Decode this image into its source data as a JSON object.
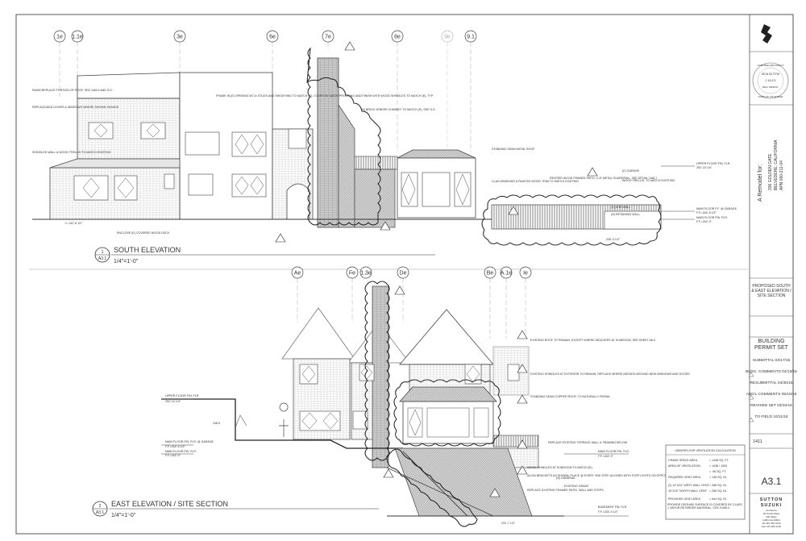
{
  "south_elevation": {
    "sheet_ref": "1",
    "sheet_no": "A3.1",
    "title": "SOUTH ELEVATION",
    "scale": "1/4\"=1'-0\"",
    "gridlines": [
      "1e",
      "1.1e",
      "3e",
      "6e",
      "7e",
      "8e",
      "9e",
      "9.1"
    ],
    "notes": [
      "RAISE/REPLACE PORTION OF ROOF, SEE 1/A6.5 AND S.D.",
      "REPLACE/ADD DOORS & WINDOWS WHERE SHOWN SHADED",
      "SHINGLED WALL & WOOD TRELLIS TO MATCH EXISTING",
      "FRAME IN (E) OPENING W/ 2x STUDS AND SHEATHING TO MATCH (E), COVER W/ WATERPROOFING AND FINISH WITH WOOD SHINGLES TO MATCH (E), TYP.",
      "(N) BRICK VENEER CHIMNEY TO MATCH (E), SEE S.D.",
      "STANDING SEAM METAL ROOF",
      "CLAD WINDOWS & PAINTED WOOD TRIM TO MATCH EXISTING",
      "REVISED WOOD FRAMED PATIO, 3'-6\" METAL GUARDRAIL, SEE DETAIL 1/A6.7",
      "(E) GARAGE",
      "WOOD TRELLIS, TO MATCH EXISTING",
      "(E) SITE WALL",
      "(N) RETAINING WALL",
      "ENCLOSE (E) COVERED WOOD DECK"
    ],
    "levels": [
      {
        "label": "UPPER FLOOR FIN. FLR.",
        "value": "252'-10 1/4\""
      },
      {
        "label": "MAIN FLOOR F.F. @ GARAGE",
        "value": "F.F.=244'-8 1/2\""
      },
      {
        "label": "MAIN FLOOR FIN. FLR.",
        "value": "F.F.=242'-0\""
      }
    ],
    "spot_elevations": [
      "+/- 242'-8 1/2\"",
      "236'-3 1/2\""
    ]
  },
  "east_elevation": {
    "sheet_ref": "2",
    "sheet_no": "A3.1",
    "title": "EAST ELEVATION / SITE SECTION",
    "scale": "1/4\"=1'-0\"",
    "gridlines": [
      "Ae",
      "Fe",
      "1.3e",
      "De",
      "Be",
      "A.1e",
      "Ie"
    ],
    "notes": [
      "EXISTING ROOF TO REMAIN, EXCEPT WHERE INDICATED AT SUNROOM, SEE SHEET A6.5",
      "EXISTING SHINGLES AT EXTERIOR TO REMAIN, REPLACE WHERE NEEDED AROUND NEW WINDOWS AND DOORS",
      "STANDING SEAM COPPER ROOF, TO NATURALLY PATINA",
      "REPLACE EXISTING TERRACE WALL & FRAMING BELOW",
      "WOOD SHINGLES AT SUNROOM TO MATCH (E)",
      "ALIGN BRACKETS AS SHOWN, PLACE @ EVERY 2ND STEP, ALIGNED WITH STEP LIGHTS ON OPPOSITE SIDE",
      "REPLACE EXISTING FRAMED PATIO, WALL AND STEPS",
      "(N) HANDRAIL",
      "EXISTING GRADE"
    ],
    "levels": [
      {
        "label": "UPPER FLOOR FIN. FLR.",
        "value": "252'-10 1/4\""
      },
      {
        "label": "MAIN FLOOR FIN. FLR. @ GARAGE",
        "value": "F.F.=244'-8 1/2\""
      },
      {
        "label": "MAIN FLOOR FIN. FLR.",
        "value": "F.F.=242'-0\""
      },
      {
        "label": "MAIN FLOOR FIN. FLR.",
        "value": "F.F.=242'-0\""
      },
      {
        "label": "BASEMENT FIN. FLR.",
        "value": "F.F.=233'-9 1/2\""
      }
    ],
    "spot_elevations": [
      "248.5",
      "231'-7 1/2\""
    ]
  },
  "ventilation": {
    "title": "UNDERFLOOR VENTILATION CALCULATION",
    "rows": [
      {
        "label": "CRAWL SPACE AREA",
        "value": "= 1438 SQ. FT."
      },
      {
        "label": "AREA OF VENTILATION",
        "value": "= 1438 / 1500"
      },
      {
        "label": "",
        "value": "= .96 SQ. FT."
      },
      {
        "label": "REQUIRED VENT AREA",
        "value": "= 138 SQ. IN."
      },
      {
        "label": "(2) 14\"X24\" WEST WALL VENT",
        "value": "= 288 SQ. IN."
      },
      {
        "label": "16\"X16\" NORTH WALL VENT",
        "value": "= 256 SQ. IN."
      },
      {
        "label": "PROVIDED VENT AREA",
        "value": "= 544 SQ. IN."
      }
    ],
    "footnote": "PROVIDE GROUND SURFACE IS COVERED BY CLASS 1 VAPOR RETARDER MATERIAL, CRC R408.3"
  },
  "title_block": {
    "stamp_lines": [
      "LICENSED ARCHITECT",
      "IRON SUTTON",
      "C 16,474",
      "REN. 08/30/17",
      "STATE OF CALIFORNIA"
    ],
    "project_label": "A Remodel for:",
    "address": [
      "336 GOLDEN GATE",
      "BELVEDERE, CALIFORNIA",
      "APN 060-211-04"
    ],
    "sheet_description": "PROPOSED SOUTH & EAST ELEVATION / SITE SECTION",
    "phase": "BUILDING PERMIT SET",
    "revisions": [
      "SUBMITTAL 03/17/15",
      "BLDG. COMMENTS 04/13/15",
      "RESUBMITTAL 04/30/15",
      "ADD'L COMMENTS 05/15/15",
      "REVISED SET 03/10/16",
      "TO FIELD 10/11/16"
    ],
    "job_number": "1411",
    "sheet_number": "A3.1",
    "firm": [
      "SUTTON",
      "SUZUKI"
    ],
    "firm_lines": [
      "Architects",
      "20 Portal Place",
      "Mill Valley",
      "California 94941",
      "Tel 415 383 3139",
      "Fax 415 383 3162"
    ]
  },
  "colors": {
    "line": "#444444",
    "hatch": "#bcbcbc",
    "cloud": "#222222"
  }
}
